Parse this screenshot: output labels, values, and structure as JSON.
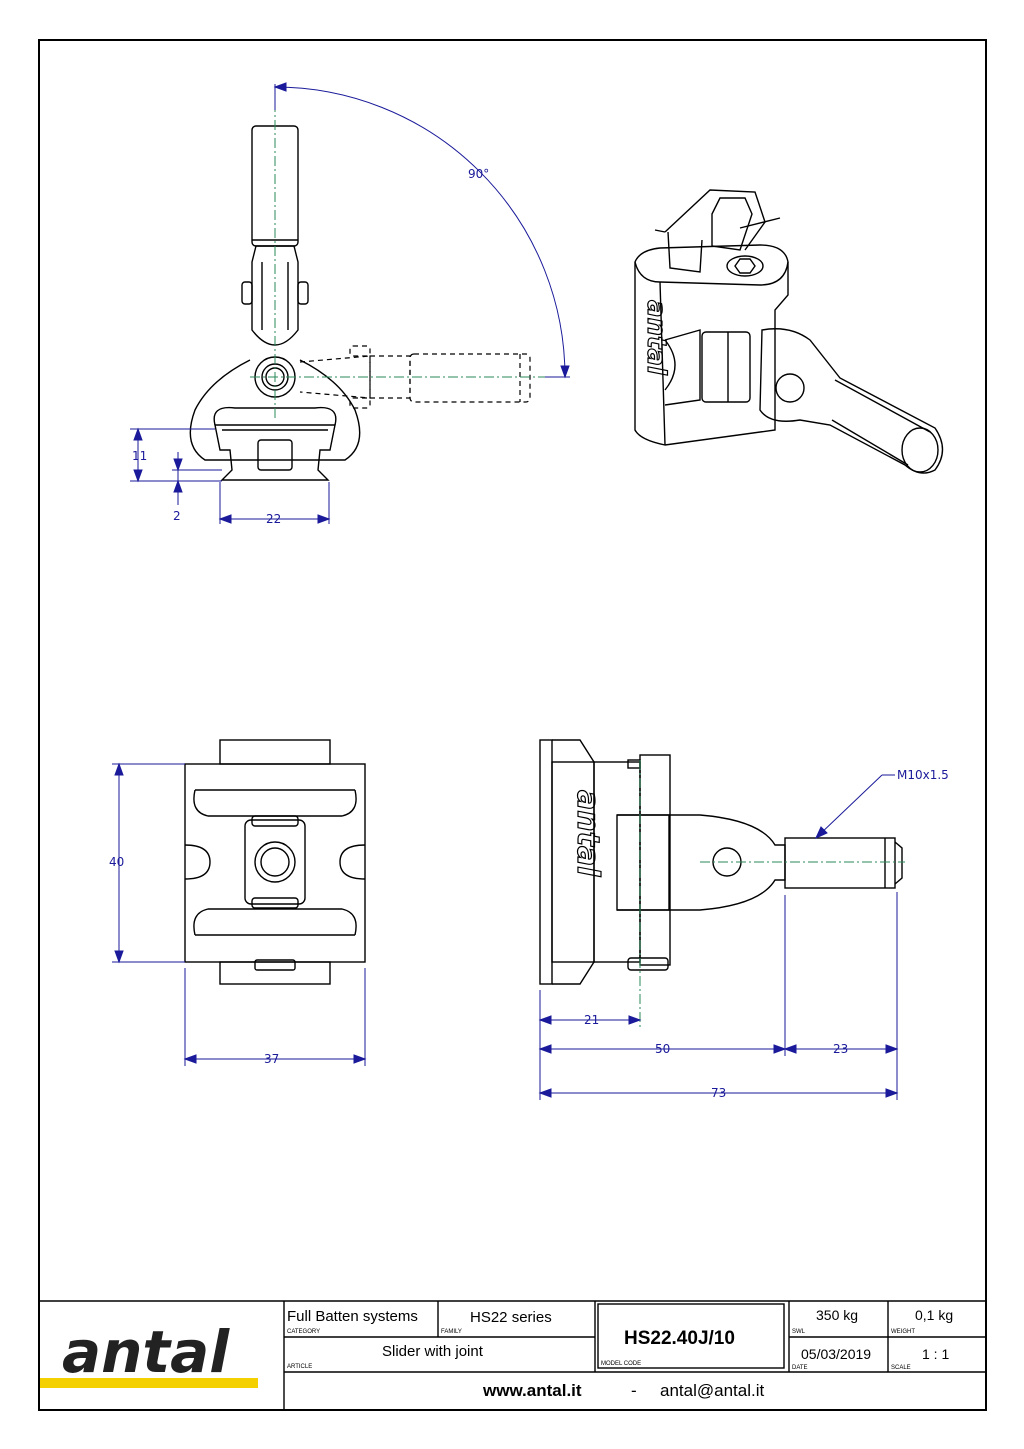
{
  "drawing": {
    "dimensions": {
      "angle": "90°",
      "height_11": "11",
      "height_2": "2",
      "width_22": "22",
      "height_40": "40",
      "width_37": "37",
      "thread": "M10x1.5",
      "len_21": "21",
      "len_50": "50",
      "len_23": "23",
      "len_73": "73"
    },
    "part_logo_text": "antal"
  },
  "title_block": {
    "logo": "antal",
    "category_value": "Full Batten systems",
    "category_label": "CATEGORY",
    "family_value": "HS22 series",
    "family_label": "FAMILY",
    "article_value": "Slider with joint",
    "article_label": "ARTICLE",
    "model_code_value": "HS22.40J/10",
    "model_code_label": "MODEL CODE",
    "swl_value": "350 kg",
    "swl_label": "SWL",
    "weight_value": "0,1 kg",
    "weight_label": "WEIGHT",
    "date_value": "05/03/2019",
    "date_label": "DATE",
    "scale_value": "1 : 1",
    "scale_label": "SCALE",
    "website": "www.antal.it",
    "separator": "-",
    "email": "antal@antal.it"
  },
  "colors": {
    "dimension": "#1a1a9a",
    "accent": "#f5d000",
    "line": "#000000"
  }
}
